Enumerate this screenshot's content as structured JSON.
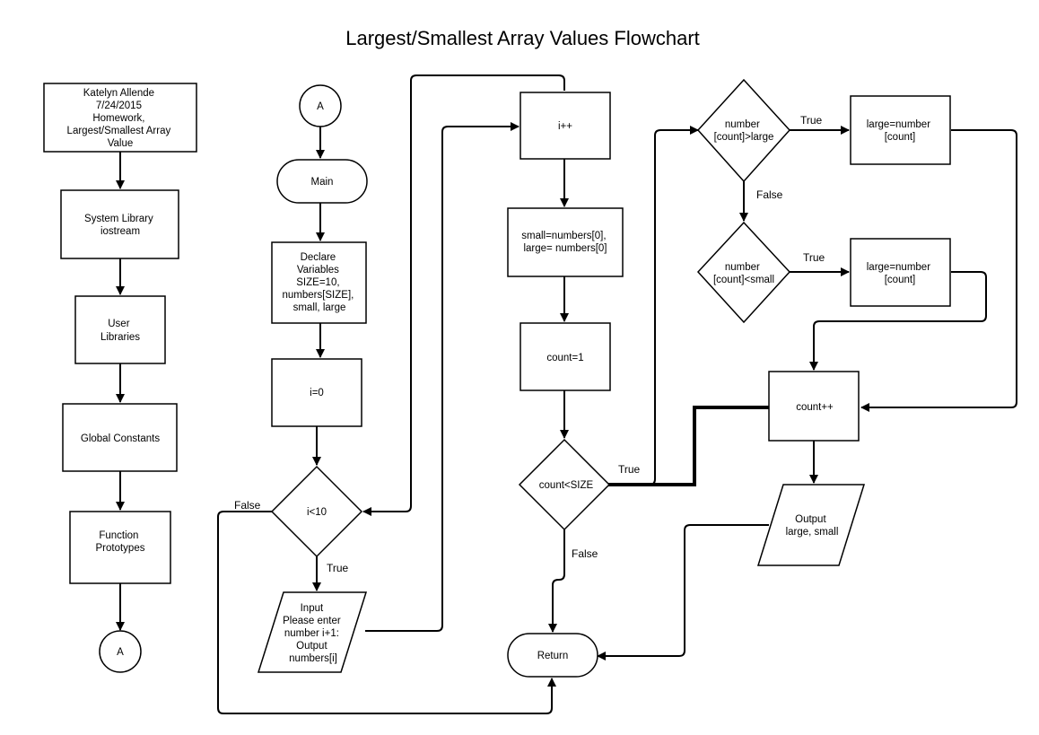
{
  "title": "Largest/Smallest Array Values Flowchart",
  "nodes": {
    "header": [
      "Katelyn Allende",
      "7/24/2015",
      "Homework,",
      "Largest/Smallest Array",
      "Value"
    ],
    "syslib": [
      "System Library",
      "iostream"
    ],
    "userlib": [
      "User",
      "Libraries"
    ],
    "globals": [
      "Global Constants"
    ],
    "protos": [
      "Function",
      "Prototypes"
    ],
    "conn_a_bottom": [
      "A"
    ],
    "conn_a_top": [
      "A"
    ],
    "main": [
      "Main"
    ],
    "declare": [
      "Declare",
      "Variables",
      "SIZE=10,",
      "numbers[SIZE],",
      "small, large"
    ],
    "i0": [
      "i=0"
    ],
    "cond_i": [
      "i<10"
    ],
    "input": [
      "Input",
      "Please enter",
      "number i+1:",
      "Output",
      "numbers[i]"
    ],
    "ipp": [
      "i++"
    ],
    "init": [
      "small=numbers[0],",
      "large= numbers[0]"
    ],
    "count1": [
      "count=1"
    ],
    "cond_count": [
      "count<SIZE"
    ],
    "ret": [
      "Return"
    ],
    "cond_large": [
      "number",
      "[count]>large"
    ],
    "set_large": [
      "large=number",
      "[count]"
    ],
    "cond_small": [
      "number",
      "[count]<small"
    ],
    "set_small": [
      "large=number",
      "[count]"
    ],
    "countpp": [
      "count++"
    ],
    "output": [
      "Output",
      "large, small"
    ]
  },
  "edge_labels": {
    "i_true": "True",
    "i_false": "False",
    "count_true": "True",
    "count_false": "False",
    "large_true": "True",
    "large_false": "False",
    "small_true": "True"
  }
}
